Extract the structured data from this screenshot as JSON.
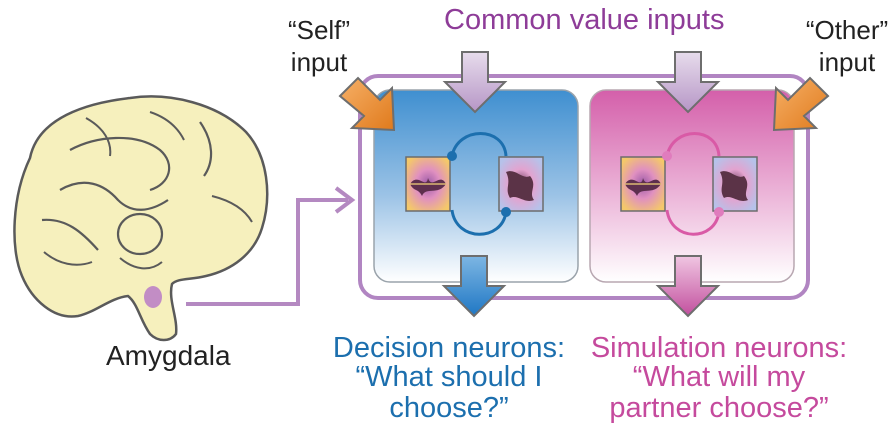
{
  "labels": {
    "common_value_inputs": "Common value inputs",
    "self_input": "“Self” input",
    "other_input": "“Other” input",
    "amygdala": "Amygdala",
    "decision_title": "Decision neurons:",
    "decision_question": "“What should I choose?”",
    "simulation_title": "Simulation neurons:",
    "simulation_question": "“What will my partner choose?”"
  },
  "colors": {
    "purple": "#a86fb4",
    "purple_text": "#8e3c98",
    "blue": "#1c6fae",
    "blue_light": "#4a93cf",
    "pink": "#c54a9d",
    "pink_light": "#e07cbd",
    "orange": "#e98a2e",
    "brain_fill": "#f6f0bd",
    "amygdala_fill": "#c28dc5"
  },
  "icons": {
    "brain": "brain-icon",
    "amygdala": "amygdala-icon",
    "arrow": "arrow-icon"
  }
}
